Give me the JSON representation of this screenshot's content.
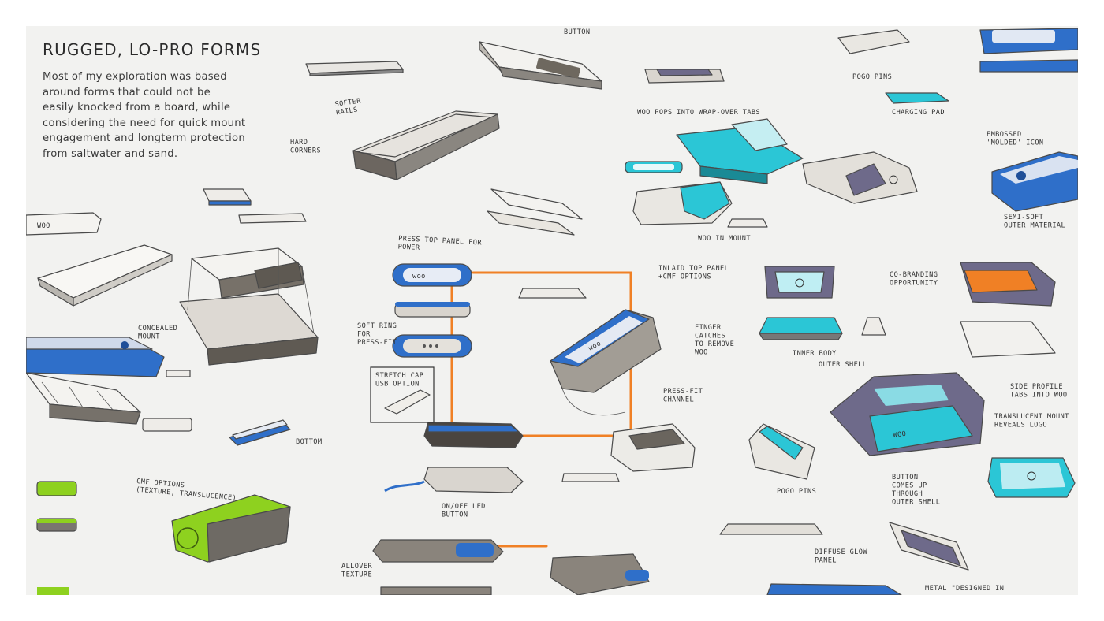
{
  "title": "RUGGED, LO-PRO FORMS",
  "body_lines": [
    "Most of my exploration was based",
    "around forms that could not be",
    "easily knocked from a board, while",
    "considering the need for quick mount",
    "engagement and longterm protection",
    "from saltwater and sand."
  ],
  "annotations": {
    "button_top": "BUTTON",
    "pogo_pins_top": "POGO PINS",
    "charging_pad": "CHARGING PAD",
    "softer_rails": "SOFTER\nRAILS",
    "hard_corners": "HARD\nCORNERS",
    "wrap_over_tabs": "WOO POPS INTO WRAP-OVER TABS",
    "embossed_icon": "EMBOSSED\n'MOLDED' ICON",
    "semi_soft": "SEMI-SOFT\nOUTER MATERIAL",
    "woo_in_mount": "WOO IN MOUNT",
    "press_top_panel": "PRESS TOP PANEL FOR\nPOWER",
    "inlaid_top_panel": "INLAID TOP PANEL\n+CMF OPTIONS",
    "co_branding": "CO-BRANDING\nOPPORTUNITY",
    "concealed_mount": "CONCEALED\nMOUNT",
    "soft_ring": "SOFT RING\nFOR\nPRESS-FIT",
    "finger_catches": "FINGER\nCATCHES\nTO REMOVE\nWOO",
    "inner body": "INNER BODY",
    "outer_shell": "OUTER SHELL",
    "stretch_cap": "STRETCH CAP\nUSB OPTION",
    "press_fit_channel": "PRESS-FIT\nCHANNEL",
    "side_profile": "SIDE PROFILE\nTABS INTO WOO",
    "translucent_mount": "TRANSLUCENT MOUNT\nREVEALS LOGO",
    "bottom": "BOTTOM",
    "cmf_options": "CMF OPTIONS\n(TEXTURE, TRANSLUCENCE)",
    "on_off_led": "ON/OFF LED\nBUTTON",
    "pogo_pins_mid": "POGO PINS",
    "button_comes_up": "BUTTON\nCOMES UP\nTHROUGH\nOUTER SHELL",
    "allover_texture": "ALLOVER\nTEXTURE",
    "diffuse_glow": "DIFFUSE GLOW\nPANEL",
    "metal_designed": "METAL \"DESIGNED IN"
  },
  "colors": {
    "blue": "#2f6fc9",
    "teal": "#2bc6d6",
    "lime": "#8ed11f",
    "orange": "#f08025",
    "gray": "#8a8680",
    "purple": "#6e6a8a"
  }
}
